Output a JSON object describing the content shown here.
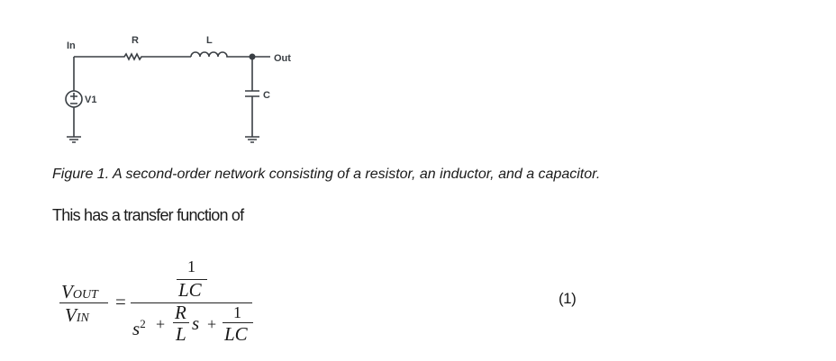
{
  "figure": {
    "labels": {
      "input": "In",
      "output": "Out",
      "resistor": "R",
      "inductor": "L",
      "capacitor": "C",
      "source": "V1"
    },
    "caption": "Figure 1. A second-order network consisting of a resistor, an inductor, and a capacitor."
  },
  "body_text": "This has a transfer function of",
  "equation": {
    "lhs_num_var": "V",
    "lhs_num_sub": "OUT",
    "lhs_den_var": "V",
    "lhs_den_sub": "IN",
    "equals": "=",
    "num_one": "1",
    "num_lc": "LC",
    "den_s": "s",
    "den_exp": "2",
    "plus1": "+",
    "den_r": "R",
    "den_l": "L",
    "den_s2": "s",
    "plus2": "+",
    "den_one": "1",
    "den_lc": "LC",
    "number": "(1)"
  }
}
